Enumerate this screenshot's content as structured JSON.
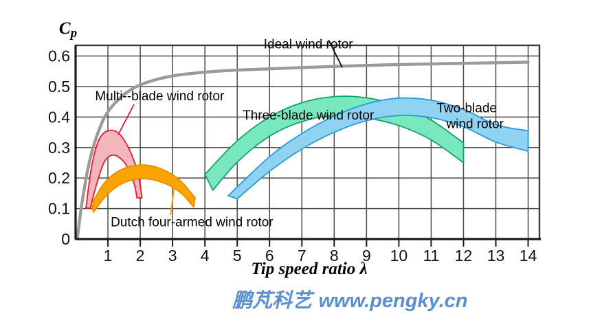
{
  "figure": {
    "background": "#ffffff",
    "watermark_cn": "鹏芃科艺",
    "watermark_url": "www.pengky.cn",
    "watermark_color": "#5b8fd0"
  },
  "chart_data": {
    "type": "line",
    "title": "",
    "xlabel": "Tip speed ratio  λ",
    "ylabel": "Cp",
    "xlim": [
      0,
      14.35
    ],
    "ylim": [
      0,
      0.635
    ],
    "grid": true,
    "legend": "inline-annotations",
    "xticks": [
      1,
      2,
      3,
      4,
      5,
      6,
      7,
      8,
      9,
      10,
      11,
      12,
      13,
      14
    ],
    "xtick_labels": [
      "1",
      "2",
      "3",
      "4",
      "5",
      "6",
      "7",
      "8",
      "9",
      "10",
      "11",
      "12",
      "13",
      "14"
    ],
    "yticks": [
      0,
      0.1,
      0.2,
      0.3,
      0.4,
      0.5,
      0.6
    ],
    "ytick_labels": [
      "0",
      "0.1",
      "0.2",
      "0.3",
      "0.4",
      "0.5",
      "0.6"
    ],
    "series": [
      {
        "name": "Ideal wind rotor",
        "kind": "line",
        "color": "#9a9a9a",
        "label": "Ideal wind rotor",
        "points": [
          {
            "x": 0.05,
            "y": 0.0
          },
          {
            "x": 0.2,
            "y": 0.12
          },
          {
            "x": 0.4,
            "y": 0.24
          },
          {
            "x": 0.6,
            "y": 0.32
          },
          {
            "x": 0.9,
            "y": 0.4
          },
          {
            "x": 1.3,
            "y": 0.455
          },
          {
            "x": 1.8,
            "y": 0.495
          },
          {
            "x": 2.4,
            "y": 0.52
          },
          {
            "x": 3.2,
            "y": 0.538
          },
          {
            "x": 4.5,
            "y": 0.551
          },
          {
            "x": 6.0,
            "y": 0.558
          },
          {
            "x": 8.0,
            "y": 0.566
          },
          {
            "x": 10.0,
            "y": 0.572
          },
          {
            "x": 12.0,
            "y": 0.576
          },
          {
            "x": 14.0,
            "y": 0.58
          }
        ]
      },
      {
        "name": "Multi--blade wind rotor",
        "kind": "band",
        "fill": "#f3b6bc",
        "stroke": "#e8192c",
        "label": "Multi--blade wind rotor",
        "upper": [
          {
            "x": 0.32,
            "y": 0.103
          },
          {
            "x": 0.5,
            "y": 0.24
          },
          {
            "x": 0.72,
            "y": 0.325
          },
          {
            "x": 1.0,
            "y": 0.355
          },
          {
            "x": 1.35,
            "y": 0.345
          },
          {
            "x": 1.7,
            "y": 0.285
          },
          {
            "x": 1.95,
            "y": 0.205
          },
          {
            "x": 2.05,
            "y": 0.135
          }
        ],
        "lower": [
          {
            "x": 0.45,
            "y": 0.1
          },
          {
            "x": 0.65,
            "y": 0.18
          },
          {
            "x": 0.9,
            "y": 0.255
          },
          {
            "x": 1.2,
            "y": 0.275
          },
          {
            "x": 1.55,
            "y": 0.245
          },
          {
            "x": 1.8,
            "y": 0.185
          },
          {
            "x": 1.9,
            "y": 0.135
          }
        ]
      },
      {
        "name": "Dutch four-armed wind rotor",
        "kind": "band",
        "fill": "#f9a400",
        "stroke": "#f08a00",
        "label": "Dutch four-armed wind rotor",
        "upper": [
          {
            "x": 0.5,
            "y": 0.115
          },
          {
            "x": 0.9,
            "y": 0.185
          },
          {
            "x": 1.4,
            "y": 0.227
          },
          {
            "x": 2.0,
            "y": 0.243
          },
          {
            "x": 2.6,
            "y": 0.232
          },
          {
            "x": 3.2,
            "y": 0.195
          },
          {
            "x": 3.7,
            "y": 0.135
          }
        ],
        "lower": [
          {
            "x": 0.55,
            "y": 0.088
          },
          {
            "x": 1.0,
            "y": 0.148
          },
          {
            "x": 1.5,
            "y": 0.185
          },
          {
            "x": 2.1,
            "y": 0.198
          },
          {
            "x": 2.7,
            "y": 0.185
          },
          {
            "x": 3.25,
            "y": 0.152
          },
          {
            "x": 3.65,
            "y": 0.105
          }
        ]
      },
      {
        "name": "Three-blade wind rotor",
        "kind": "band",
        "fill": "#7ae8bf",
        "stroke": "#16a06a",
        "label": "Three-blade wind rotor",
        "upper": [
          {
            "x": 4.0,
            "y": 0.212
          },
          {
            "x": 5.0,
            "y": 0.322
          },
          {
            "x": 6.0,
            "y": 0.4
          },
          {
            "x": 7.0,
            "y": 0.447
          },
          {
            "x": 8.0,
            "y": 0.467
          },
          {
            "x": 9.0,
            "y": 0.463
          },
          {
            "x": 10.0,
            "y": 0.437
          },
          {
            "x": 11.0,
            "y": 0.39
          },
          {
            "x": 12.0,
            "y": 0.315
          }
        ],
        "lower": [
          {
            "x": 4.25,
            "y": 0.16
          },
          {
            "x": 5.0,
            "y": 0.252
          },
          {
            "x": 6.0,
            "y": 0.337
          },
          {
            "x": 7.0,
            "y": 0.385
          },
          {
            "x": 8.0,
            "y": 0.405
          },
          {
            "x": 9.0,
            "y": 0.397
          },
          {
            "x": 10.0,
            "y": 0.372
          },
          {
            "x": 11.0,
            "y": 0.325
          },
          {
            "x": 12.0,
            "y": 0.25
          }
        ]
      },
      {
        "name": "Two-blade wind rotor",
        "kind": "band",
        "fill": "#8fd2f2",
        "stroke": "#2b9ad6",
        "label": "Two-blade wind rotor",
        "label_line2": "wind rotor",
        "upper": [
          {
            "x": 4.72,
            "y": 0.142
          },
          {
            "x": 6.0,
            "y": 0.27
          },
          {
            "x": 7.0,
            "y": 0.346
          },
          {
            "x": 8.0,
            "y": 0.403
          },
          {
            "x": 9.0,
            "y": 0.443
          },
          {
            "x": 10.0,
            "y": 0.462
          },
          {
            "x": 11.0,
            "y": 0.455
          },
          {
            "x": 12.0,
            "y": 0.425
          },
          {
            "x": 13.0,
            "y": 0.375
          },
          {
            "x": 14.0,
            "y": 0.355
          }
        ],
        "lower": [
          {
            "x": 5.0,
            "y": 0.132
          },
          {
            "x": 6.0,
            "y": 0.222
          },
          {
            "x": 7.0,
            "y": 0.295
          },
          {
            "x": 8.0,
            "y": 0.35
          },
          {
            "x": 9.0,
            "y": 0.388
          },
          {
            "x": 10.0,
            "y": 0.405
          },
          {
            "x": 11.0,
            "y": 0.398
          },
          {
            "x": 12.0,
            "y": 0.368
          },
          {
            "x": 13.0,
            "y": 0.318
          },
          {
            "x": 14.0,
            "y": 0.288
          }
        ]
      }
    ],
    "annotations": [
      {
        "text": "Ideal wind rotor",
        "x": 7.2,
        "y": 0.625,
        "leader_color": "#000000"
      },
      {
        "text": "Multi--blade wind rotor",
        "x": 2.6,
        "y": 0.455,
        "leader_color": "#e8192c"
      },
      {
        "text": "Dutch four-armed wind rotor",
        "x": 3.6,
        "y": 0.042,
        "leader_color": "#f9a400"
      },
      {
        "text": "Three-blade wind rotor",
        "x": 7.2,
        "y": 0.392,
        "leader_color": null
      },
      {
        "text": "Two-blade wind rotor",
        "x": 12.1,
        "y": 0.415,
        "leader_color": null
      }
    ]
  }
}
